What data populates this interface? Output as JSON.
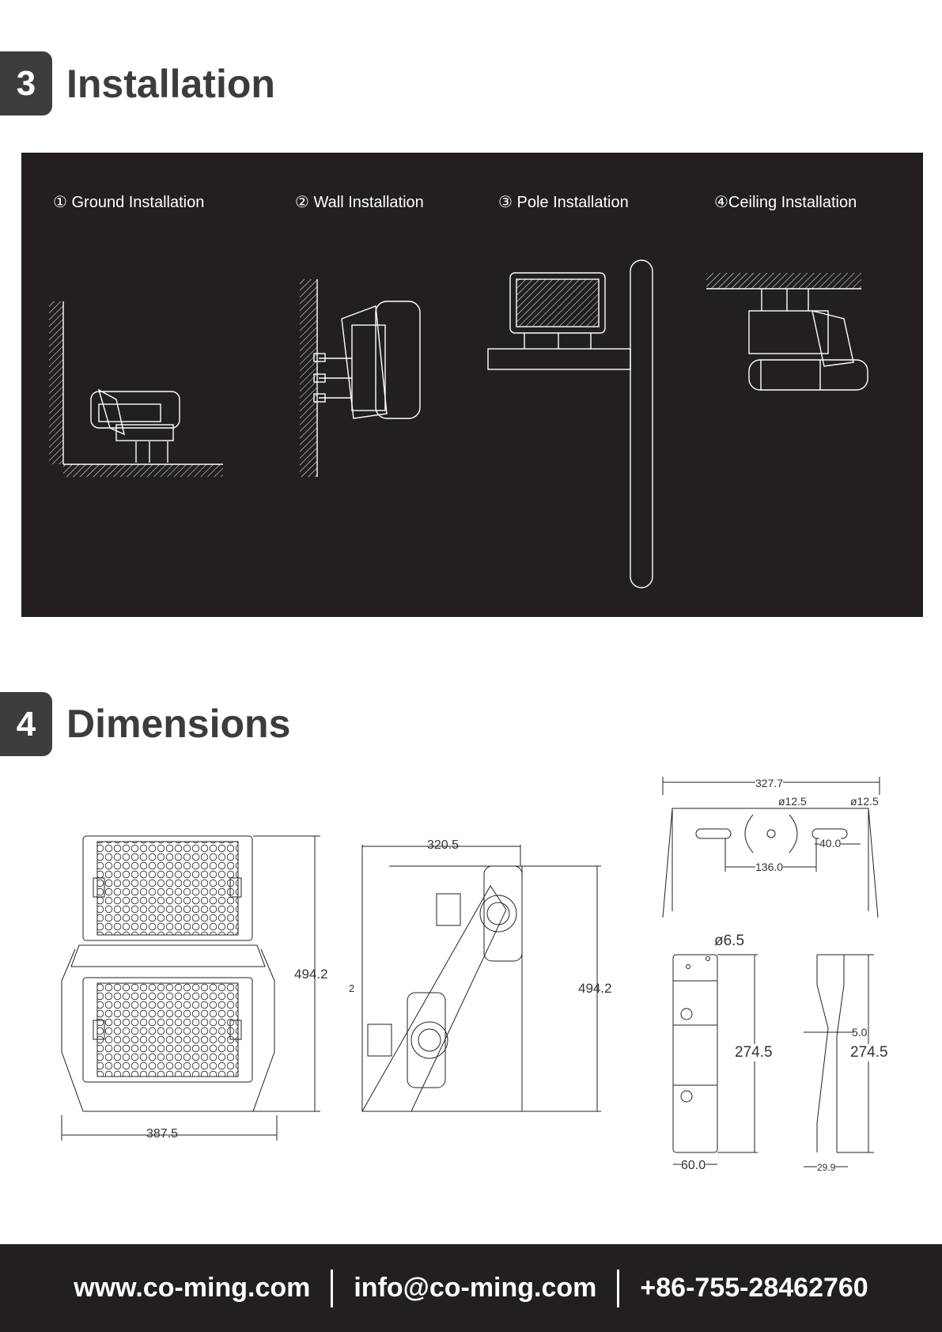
{
  "sections": {
    "installation": {
      "number": "3",
      "title": "Installation"
    },
    "dimensions": {
      "number": "4",
      "title": "Dimensions"
    }
  },
  "installation_methods": [
    {
      "label": "① Ground Installation"
    },
    {
      "label": "② Wall Installation"
    },
    {
      "label": "③ Pole Installation"
    },
    {
      "label": "④Ceiling Installation"
    }
  ],
  "dimensions": {
    "front_width": "387.5",
    "front_height": "494.2",
    "side_width": "320.5",
    "side_height": "494.2",
    "side_tick": "2",
    "bracket_width": "327.7",
    "bracket_hole_center": "ø12.5",
    "bracket_hole_side": "ø12.5",
    "bracket_slot_spacing": "136.0",
    "bracket_slot_length": "40.0",
    "plate_hole": "ø6.5",
    "plate_height": "274.5",
    "plate_width": "60.0",
    "profile_height": "274.5",
    "profile_offset": "5.0",
    "profile_width": "29.9"
  },
  "footer": {
    "website": "www.co-ming.com",
    "email": "info@co-ming.com",
    "phone": "+86-755-28462760"
  }
}
